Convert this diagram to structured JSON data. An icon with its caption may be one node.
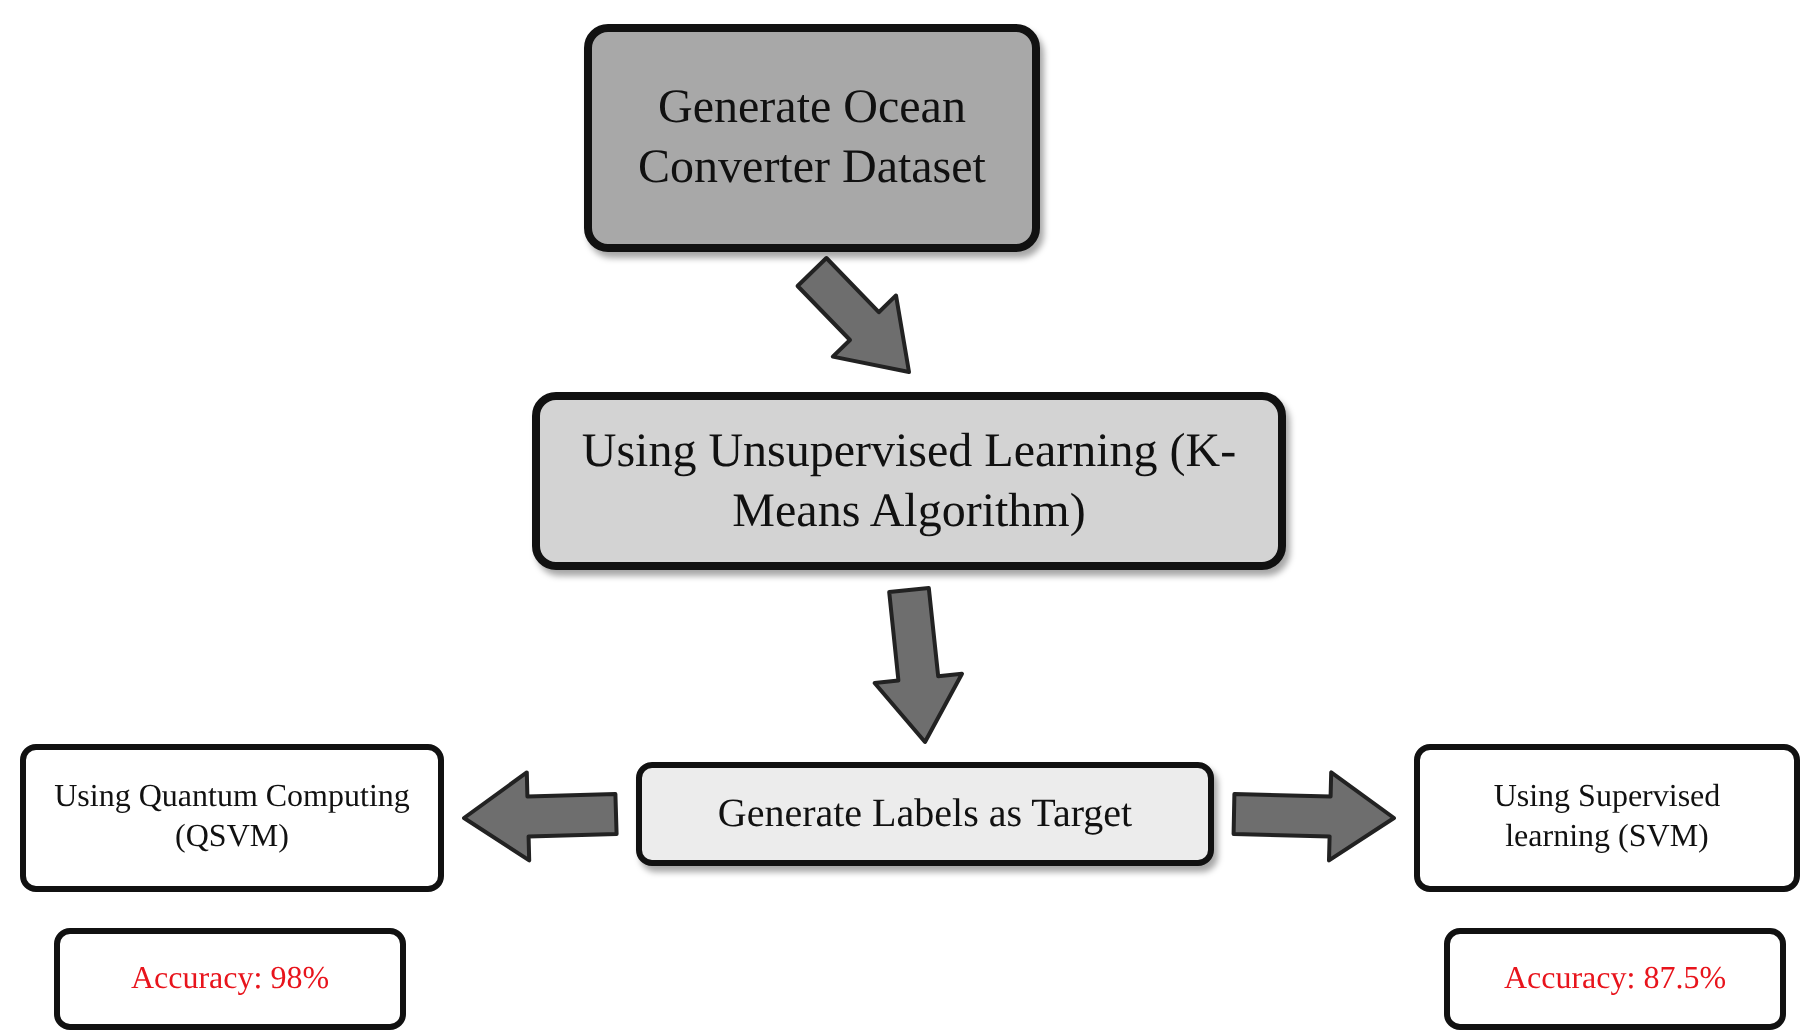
{
  "diagram": {
    "nodes": [
      {
        "text": [
          "Generate Ocean Converter Dataset"
        ]
      },
      {
        "text": [
          "Using Unsupervised Learning (K-Means Algorithm)"
        ]
      },
      {
        "text": [
          "Generate Labels as Target"
        ]
      },
      {
        "text": [
          "Using Quantum Computing (QSVM)"
        ]
      },
      {
        "text": [
          "Using Supervised learning (SVM)"
        ]
      },
      {
        "text": [
          "Accuracy: 98%"
        ]
      },
      {
        "text": [
          "Accuracy: 87.5%"
        ]
      }
    ],
    "edges": [
      {
        "from": 0,
        "to": 1,
        "arrow": "to"
      },
      {
        "from": 1,
        "to": 2,
        "arrow": "to"
      },
      {
        "from": 2,
        "to": 3,
        "arrow": "to"
      },
      {
        "from": 2,
        "to": 4,
        "arrow": "to"
      }
    ]
  }
}
